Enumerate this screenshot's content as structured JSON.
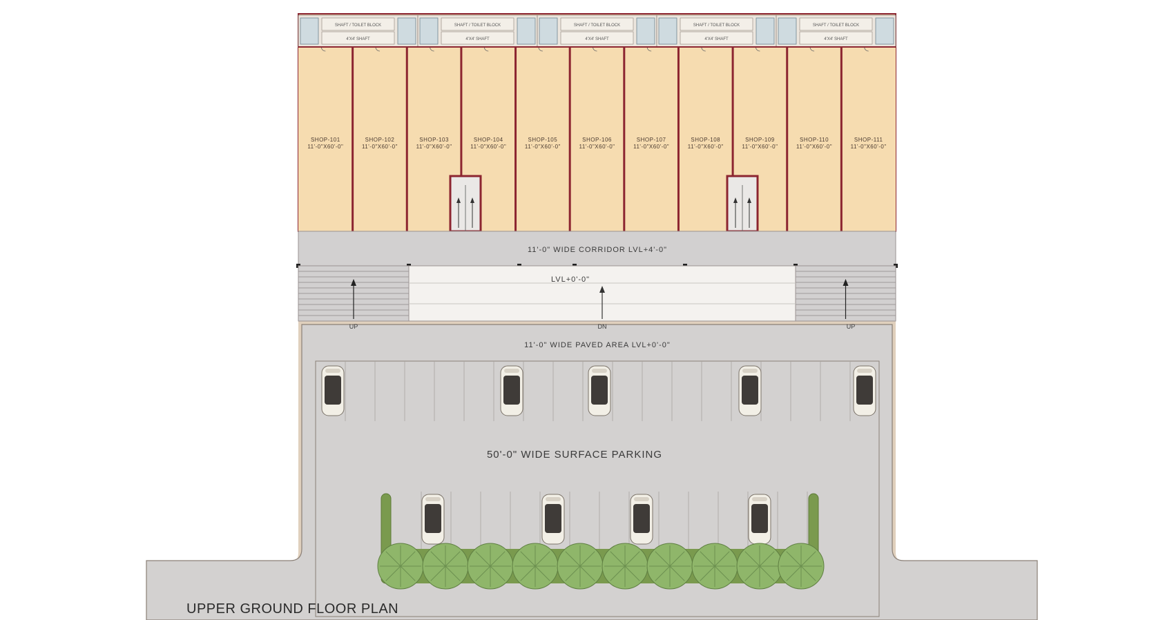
{
  "title": "UPPER GROUND FLOOR PLAN",
  "shops": [
    {
      "name": "SHOP-101",
      "size": "11'-0\"X60'-0\""
    },
    {
      "name": "SHOP-102",
      "size": "11'-0\"X60'-0\""
    },
    {
      "name": "SHOP-103",
      "size": "11'-0\"X60'-0\""
    },
    {
      "name": "SHOP-104",
      "size": "11'-0\"X60'-0\""
    },
    {
      "name": "SHOP-105",
      "size": "11'-0\"X60'-0\""
    },
    {
      "name": "SHOP-106",
      "size": "11'-0\"X60'-0\""
    },
    {
      "name": "SHOP-107",
      "size": "11'-0\"X60'-0\""
    },
    {
      "name": "SHOP-108",
      "size": "11'-0\"X60'-0\""
    },
    {
      "name": "SHOP-109",
      "size": "11'-0\"X60'-0\""
    },
    {
      "name": "SHOP-110",
      "size": "11'-0\"X60'-0\""
    },
    {
      "name": "SHOP-111",
      "size": "11'-0\"X60'-0\""
    }
  ],
  "toilet_blocks": [
    {
      "label": "SHAFT / TOILET BLOCK",
      "sub": "4'X4' SHAFT"
    },
    {
      "label": "SHAFT / TOILET BLOCK",
      "sub": "4'X4' SHAFT"
    },
    {
      "label": "SHAFT / TOILET BLOCK",
      "sub": "4'X4' SHAFT"
    },
    {
      "label": "SHAFT / TOILET BLOCK",
      "sub": "4'X4' SHAFT"
    },
    {
      "label": "SHAFT / TOILET BLOCK",
      "sub": "4'X4' SHAFT"
    }
  ],
  "corridor_label": "11'-0\" WIDE CORRIDOR LVL+4'-0\"",
  "central_level_label": "LVL+0'-0\"",
  "paved_label": "11'-0\" WIDE PAVED AREA LVL+0'-0\"",
  "parking_label": "50'-0\" WIDE SURFACE PARKING",
  "stairs": {
    "left": "UP",
    "center": "DN",
    "right": "UP"
  },
  "lift_labels": {
    "up": "UP",
    "dn": "DN"
  },
  "colors": {
    "shop_fill": "#f6dcb0",
    "wall": "#8c2530",
    "corridor": "#d2d0d0",
    "paving": "#e0d0bd",
    "parking": "#d3d1d0",
    "tree": "#8fb66a",
    "planter": "#7a9a4e"
  },
  "icons": [
    "car-icon",
    "tree-icon",
    "toilet-icon",
    "lift-icon",
    "stair-arrow-icon"
  ]
}
